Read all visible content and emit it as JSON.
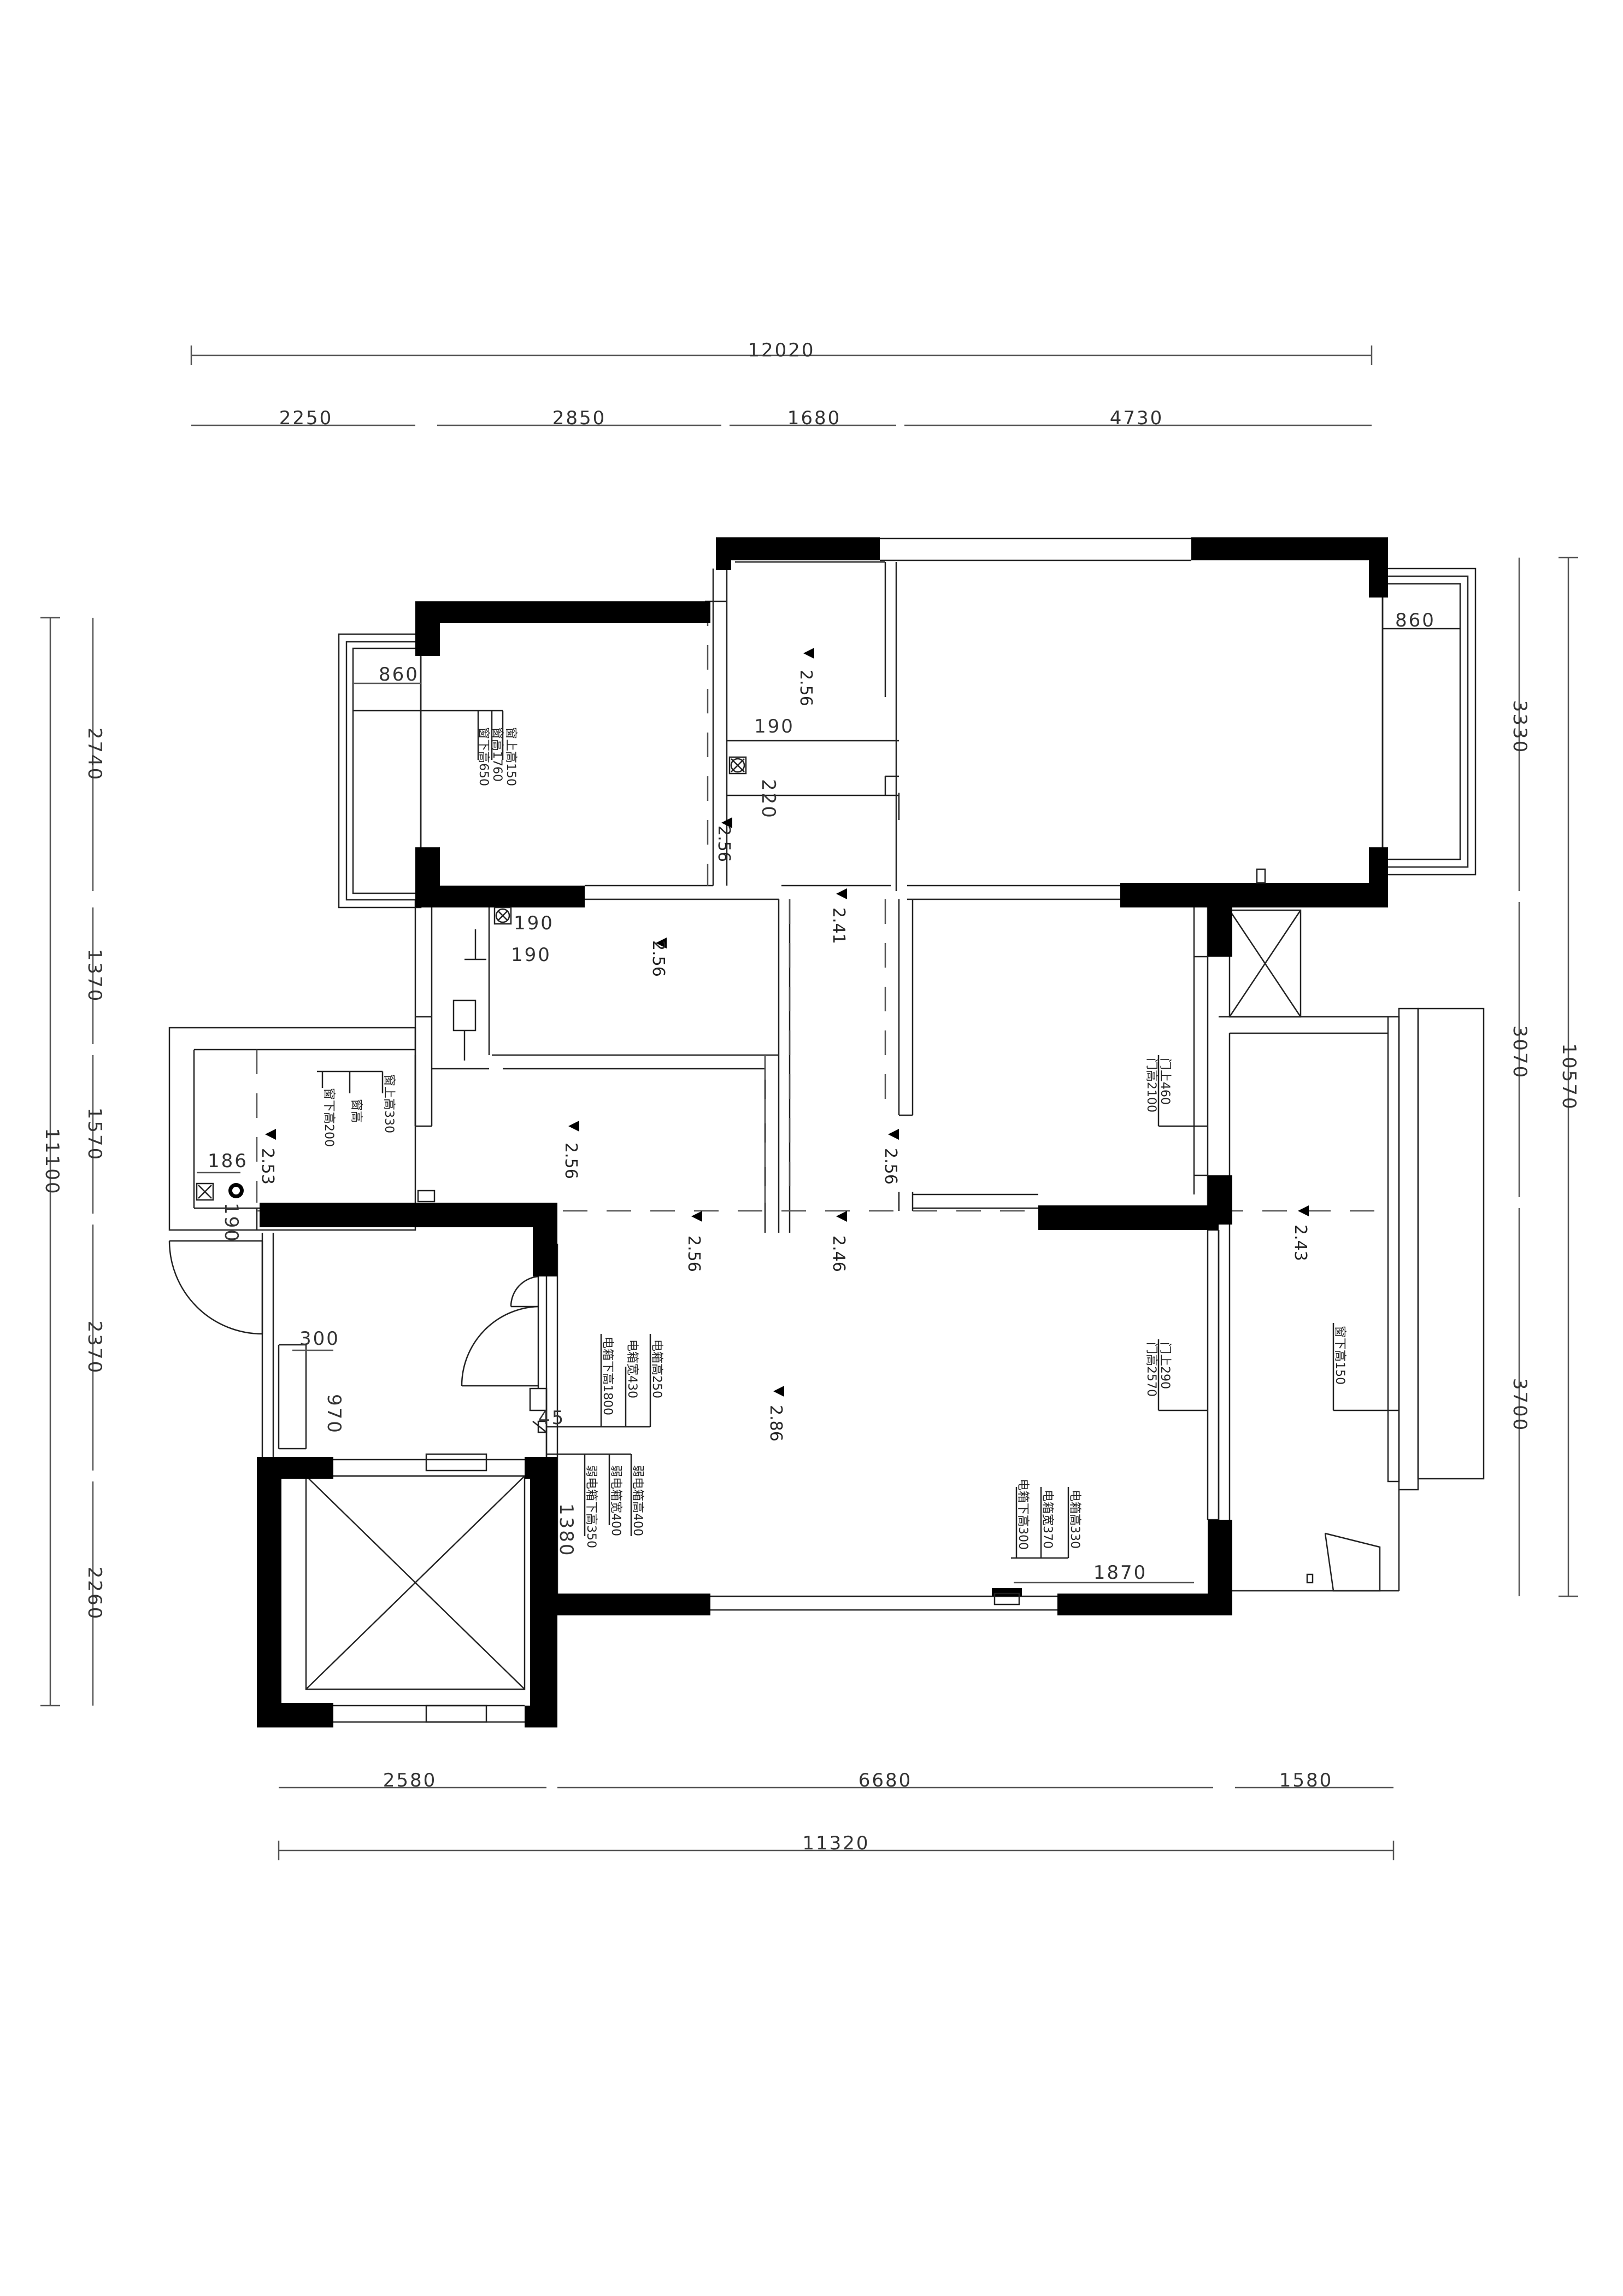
{
  "dimensions": {
    "top_total": "12020",
    "top_segments": [
      "2250",
      "2850",
      "1680",
      "4730"
    ],
    "bottom_total": "11320",
    "bottom_segments": [
      "2580",
      "6680",
      "1580"
    ],
    "left_total": "11100",
    "left_segments": [
      "2740",
      "1370",
      "1570",
      "2370",
      "2260"
    ],
    "right_total": "10570",
    "right_segments": [
      "3330",
      "3070",
      "3700"
    ]
  },
  "local_dims": {
    "window_width_left": "860",
    "window_width_right": "860",
    "d190_a": "190",
    "d190_b": "190",
    "d190_c": "190",
    "d220": "220",
    "d186": "186",
    "d190_d": "190",
    "d300": "300",
    "d970": "970",
    "d45": "45",
    "d1380": "1380",
    "d1870": "1870"
  },
  "levels": [
    "2.56",
    "2.56",
    "2.56",
    "2.41",
    "2.56",
    "2.53",
    "2.56",
    "2.56",
    "2.46",
    "2.43",
    "2.86"
  ],
  "notes": {
    "bed2_window": [
      "窗上高150",
      "窗高1760",
      "窗下高650"
    ],
    "balcony_window": [
      "窗上高330",
      "窗高",
      "窗下高200"
    ],
    "door_a": [
      "门上460",
      "门高2100"
    ],
    "door_b": [
      "门上290",
      "门高2570"
    ],
    "window_c": [
      "窗下高150"
    ],
    "elec_a": [
      "电箱高250",
      "电箱宽430",
      "电箱下高1800"
    ],
    "weak_a": [
      "弱电箱高400",
      "弱电箱宽400",
      "弱电箱下高350"
    ],
    "elec_b": [
      "电箱高330",
      "电箱宽370",
      "电箱下高300"
    ]
  }
}
